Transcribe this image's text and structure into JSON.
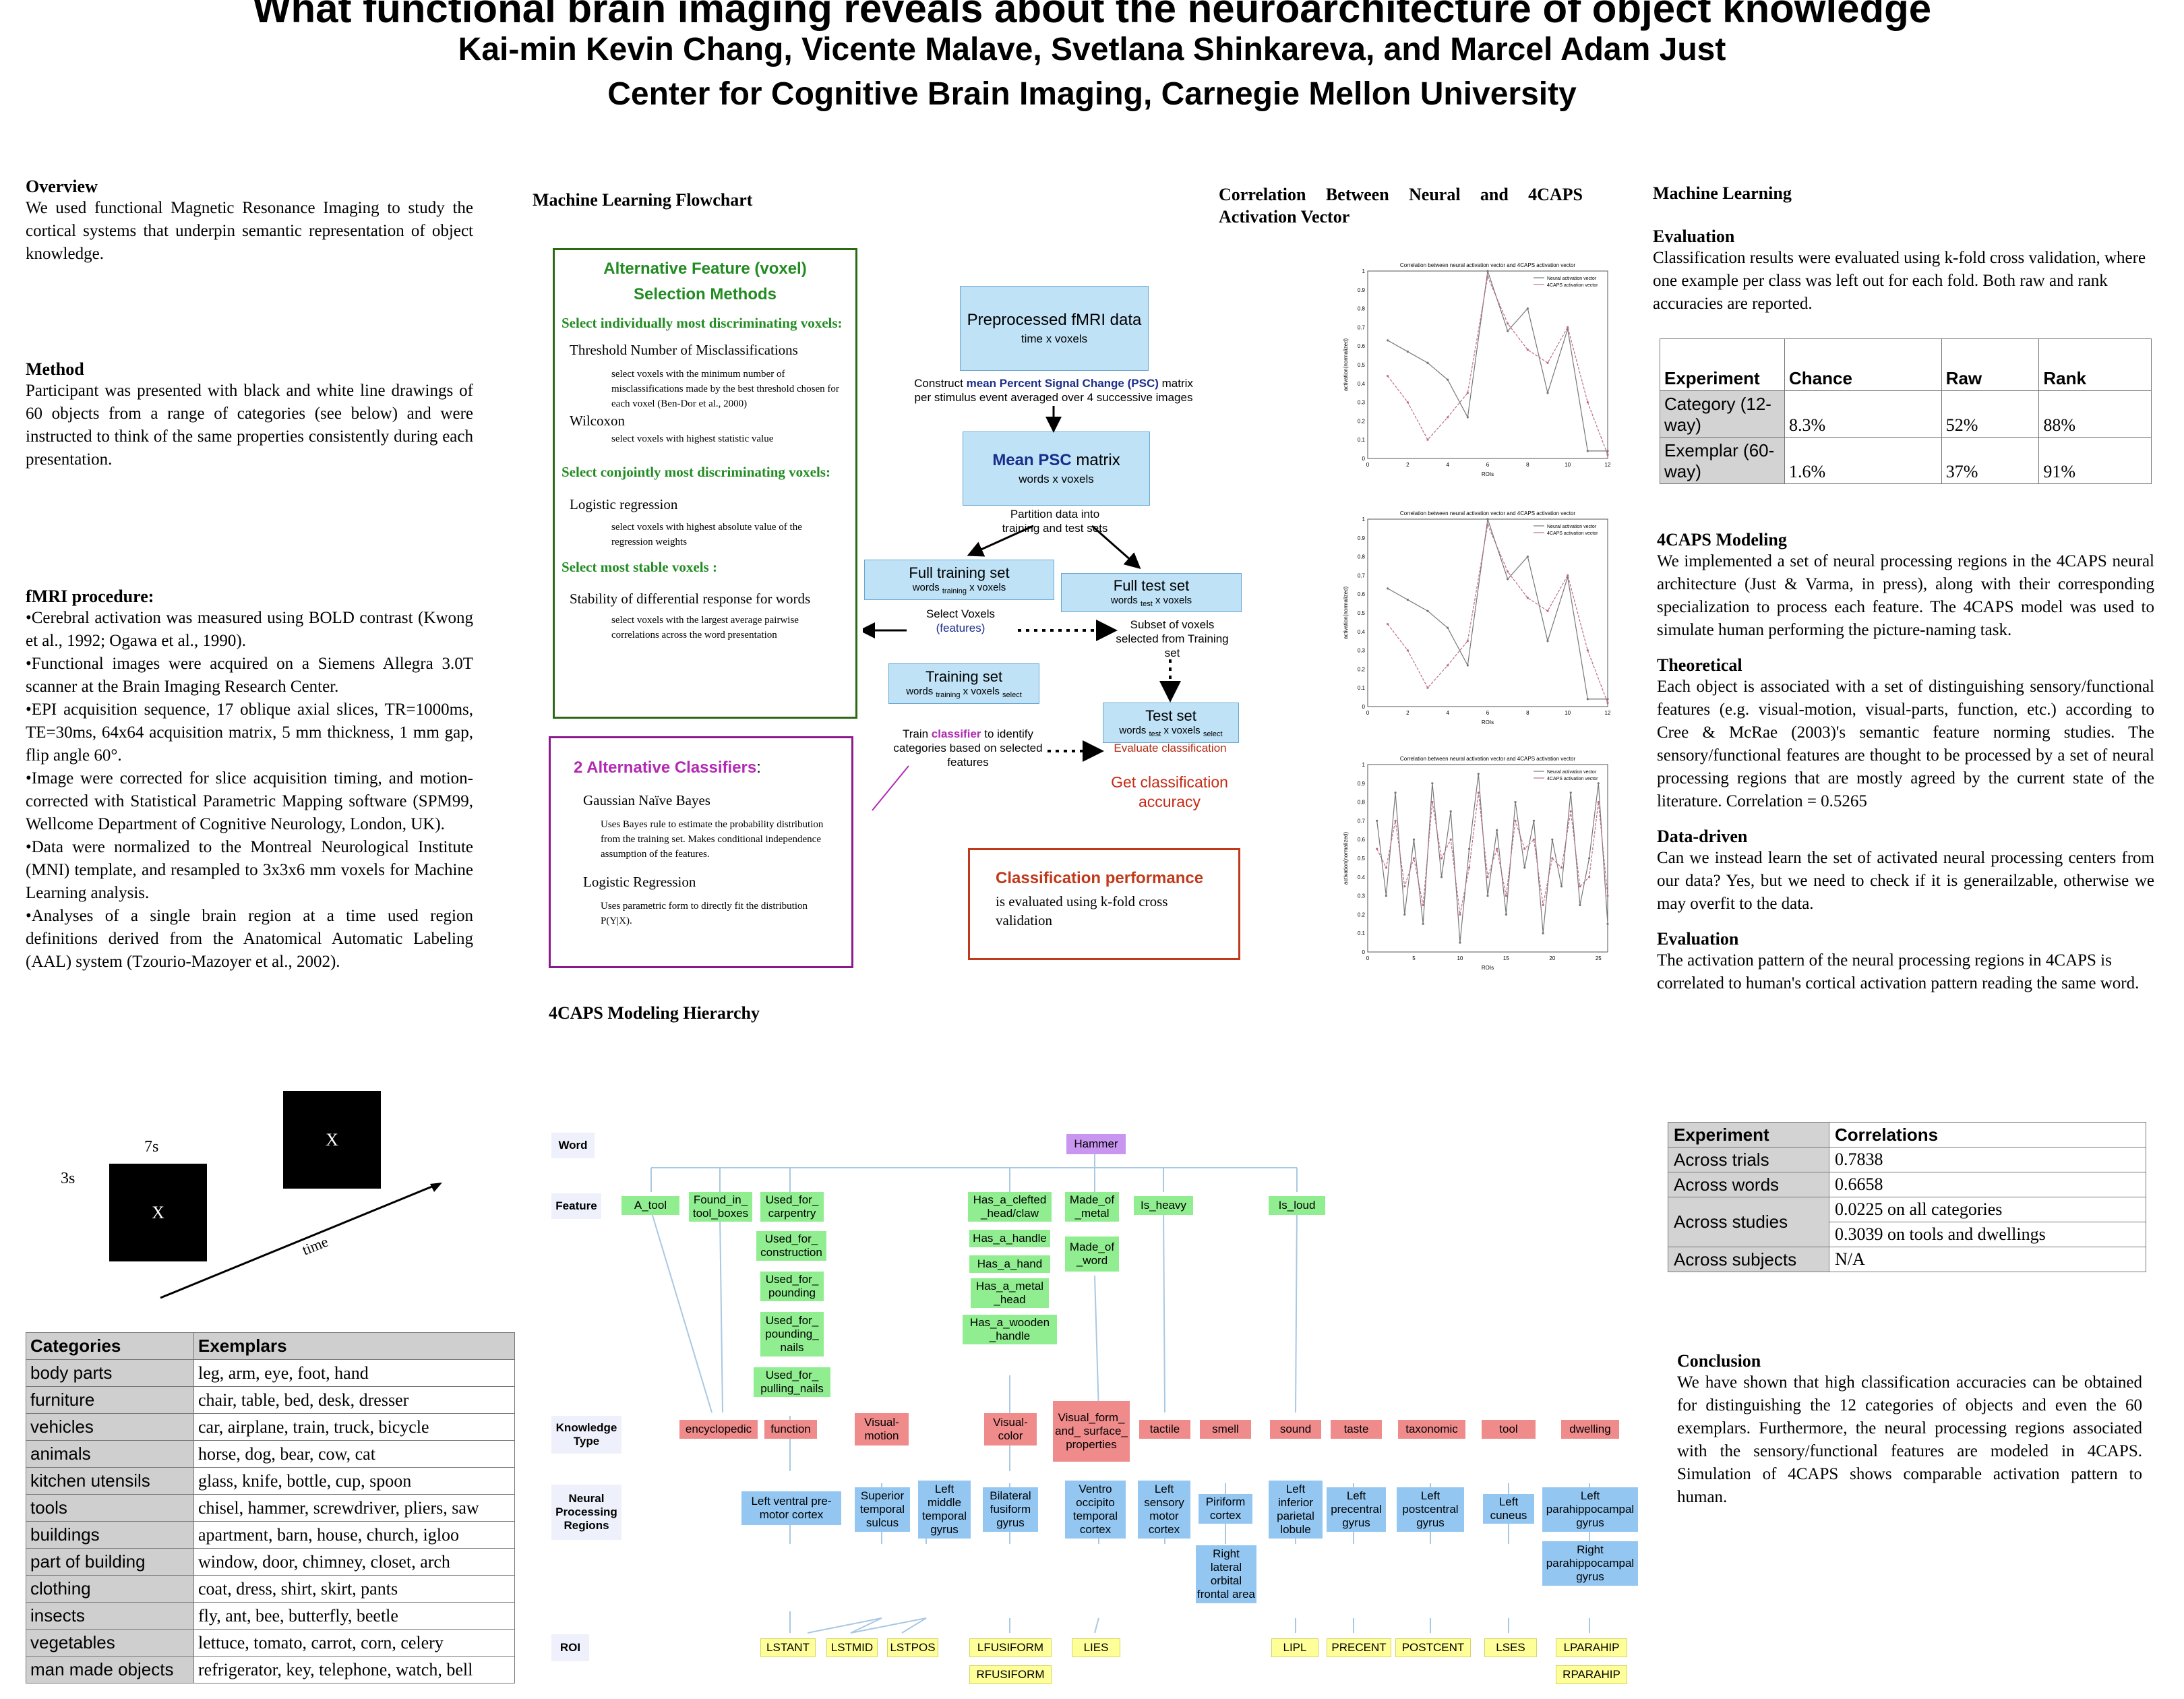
{
  "header": {
    "title": "What functional brain imaging reveals about the neuroarchitecture of object knowledge",
    "authors": "Kai-min Kevin Chang, Vicente Malave, Svetlana Shinkareva, and Marcel Adam Just",
    "affiliation": "Center for Cognitive Brain Imaging, Carnegie Mellon University"
  },
  "overview": {
    "heading": "Overview",
    "text": "We used functional Magnetic Resonance Imaging to study the cortical systems that underpin semantic representation of object knowledge."
  },
  "method": {
    "heading": "Method",
    "text": "Participant was presented with black and white line drawings of 60 objects from a range of categories (see below) and were instructed to think of the same properties consistently during each presentation."
  },
  "fmri": {
    "heading": "fMRI procedure:",
    "bullets": [
      "•Cerebral activation was measured using BOLD contrast (Kwong et al., 1992; Ogawa et al., 1990).",
      "•Functional images were acquired on a Siemens Allegra 3.0T scanner at the Brain Imaging Research Center.",
      "•EPI acquisition sequence, 17 oblique axial slices, TR=1000ms, TE=30ms, 64x64 acquisition matrix, 5 mm thickness, 1 mm gap, flip angle 60°.",
      "•Image were corrected for slice acquisition timing, and motion-corrected with Statistical Parametric Mapping software (SPM99, Wellcome Department of Cognitive Neurology, London, UK).",
      "•Data were normalized to the Montreal Neurological Institute (MNI) template, and resampled to 3x3x6 mm voxels for Machine Learning analysis.",
      "•Analyses of a single brain region at a time used region definitions derived from the Anatomical Automatic Labeling (AAL) system (Tzourio-Mazoyer et al., 2002)."
    ]
  },
  "stimulus": {
    "t1": "3s",
    "t2": "7s",
    "x": "X",
    "time": "time"
  },
  "categories_table": {
    "headers": [
      "Categories",
      "Exemplars"
    ],
    "rows": [
      [
        "body parts",
        "leg, arm, eye, foot, hand"
      ],
      [
        "furniture",
        "chair, table, bed, desk, dresser"
      ],
      [
        "vehicles",
        "car, airplane, train, truck, bicycle"
      ],
      [
        "animals",
        "horse, dog, bear, cow, cat"
      ],
      [
        "kitchen utensils",
        "glass, knife, bottle, cup, spoon"
      ],
      [
        "tools",
        "chisel, hammer, screwdriver, pliers, saw"
      ],
      [
        "buildings",
        "apartment, barn, house, church, igloo"
      ],
      [
        "part of building",
        "window, door, chimney, closet, arch"
      ],
      [
        "clothing",
        "coat, dress, shirt, skirt, pants"
      ],
      [
        "insects",
        "fly, ant, bee, butterfly, beetle"
      ],
      [
        "vegetables",
        "lettuce, tomato, carrot, corn, celery"
      ],
      [
        "man made objects",
        "refrigerator, key, telephone, watch, bell"
      ]
    ]
  },
  "flowchart": {
    "heading": "Machine Learning Flowchart",
    "alt_title1": "Alternative Feature (voxel)",
    "alt_title2": "Selection Methods",
    "sel1": "Select individually most discriminating voxels:",
    "thr": "Threshold Number of Misclassifications",
    "thr_d": "select voxels with the minimum number of misclassifications made by the best threshold chosen for each voxel (Ben-Dor et al., 2000)",
    "wil": "Wilcoxon",
    "wil_d": "select voxels with highest statistic value",
    "sel2": "Select conjointly most discriminating voxels:",
    "log": "Logistic regression",
    "log_d": "select voxels with highest absolute value of the regression weights",
    "sel3": "Select most stable voxels :",
    "stab": "Stability of differential response for words",
    "stab_d": "select voxels with the largest average pairwise correlations across the word presentation",
    "cls_title": "2 Alternative Classifiers",
    "cls_colon": ":",
    "gnb": "Gaussian Naïve Bayes",
    "gnb_d": "Uses Bayes rule to estimate the probability distribution from the training set.  Makes conditional independence assumption of the features.",
    "lr": "Logistic Regression",
    "lr_d": "Uses parametric form to directly fit the distribution P(Y|X).",
    "pre1": "Preprocessed fMRI data",
    "pre2": "time x voxels",
    "construct1": "Construct ",
    "construct_hl": "mean Percent Signal Change (PSC)",
    "construct2": " matrix",
    "construct3": "per stimulus event averaged over 4 successive images",
    "mpsc_hl": "Mean PSC",
    "mpsc": " matrix",
    "mpsc2": "words x voxels",
    "partition": "Partition data into training and test sets",
    "fulltrain": "Full training set",
    "fulltest": "Full test set",
    "words": "words",
    "training": "training",
    "test": "test",
    "xvoxels": "x voxels",
    "select": "select",
    "selvox": "Select Voxels",
    "features": "(features)",
    "subset": "Subset of voxels selected from Training set",
    "trainset": "Training set",
    "testset": "Test set",
    "train1": "Train ",
    "train_hl": "classifier",
    "train2": " to identify categories based on selected features",
    "evalcls": "Evaluate classification",
    "getacc": "Get classification accuracy",
    "perf": "Classification performance",
    "perf_d": "is evaluated using k-fold cross validation"
  },
  "correlation": {
    "heading": "Correlation Between Neural and 4CAPS Activation Vector",
    "plot_title": "Correlation between neural activation vector and 4CAPS activation vector",
    "legend": [
      "Neural activation vector",
      "4CAPS activation vector"
    ],
    "ylabel": "activation(normalized)",
    "xlabel": "ROIs"
  },
  "chart_data": [
    {
      "type": "line",
      "xlim": [
        0,
        12
      ],
      "ylim": [
        0,
        1
      ],
      "x": [
        1,
        2,
        3,
        4,
        5,
        6,
        7,
        8,
        9,
        10,
        11,
        12
      ],
      "xticks": [
        "0",
        "2",
        "4",
        "6",
        "8",
        "10",
        "12"
      ],
      "yticks": [
        "0",
        "0.1",
        "0.2",
        "0.3",
        "0.4",
        "0.5",
        "0.6",
        "0.7",
        "0.8",
        "0.9",
        "1"
      ],
      "series": [
        {
          "name": "Neural activation vector",
          "color": "#777777",
          "values": [
            0.63,
            0.57,
            0.51,
            0.42,
            0.22,
            1.0,
            0.68,
            0.8,
            0.35,
            0.69,
            0.04,
            0.04
          ]
        },
        {
          "name": "4CAPS activation vector",
          "color": "#c06a8a",
          "values": [
            0.44,
            0.3,
            0.1,
            0.22,
            0.35,
            0.97,
            0.72,
            0.58,
            0.51,
            0.7,
            0.3,
            0.02
          ]
        }
      ]
    },
    {
      "type": "line",
      "xlim": [
        0,
        12
      ],
      "ylim": [
        0,
        1
      ],
      "x": [
        1,
        2,
        3,
        4,
        5,
        6,
        7,
        8,
        9,
        10,
        11,
        12
      ],
      "xticks": [
        "0",
        "2",
        "4",
        "6",
        "8",
        "10",
        "12"
      ],
      "yticks": [
        "0",
        "0.1",
        "0.2",
        "0.3",
        "0.4",
        "0.5",
        "0.6",
        "0.7",
        "0.8",
        "0.9",
        "1"
      ],
      "series": [
        {
          "name": "Neural activation vector",
          "color": "#777777",
          "values": [
            0.63,
            0.57,
            0.51,
            0.42,
            0.22,
            1.0,
            0.68,
            0.8,
            0.35,
            0.69,
            0.04,
            0.04
          ]
        },
        {
          "name": "4CAPS activation vector",
          "color": "#c06a8a",
          "values": [
            0.44,
            0.3,
            0.1,
            0.22,
            0.35,
            0.97,
            0.72,
            0.58,
            0.51,
            0.7,
            0.3,
            0.02
          ]
        }
      ]
    },
    {
      "type": "line",
      "xlim": [
        0,
        26
      ],
      "ylim": [
        0,
        1
      ],
      "x": [
        1,
        2,
        3,
        4,
        5,
        6,
        7,
        8,
        9,
        10,
        11,
        12,
        13,
        14,
        15,
        16,
        17,
        18,
        19,
        20,
        21,
        22,
        23,
        24,
        25,
        26
      ],
      "xticks": [
        "0",
        "5",
        "10",
        "15",
        "20",
        "25"
      ],
      "yticks": [
        "0",
        "0.1",
        "0.2",
        "0.3",
        "0.4",
        "0.5",
        "0.6",
        "0.7",
        "0.8",
        "0.9",
        "1"
      ],
      "series": [
        {
          "name": "Neural activation vector",
          "color": "#777777",
          "values": [
            0.7,
            0.3,
            0.85,
            0.2,
            0.6,
            0.15,
            0.9,
            0.4,
            0.75,
            0.05,
            0.55,
            0.95,
            0.3,
            0.65,
            0.2,
            0.8,
            0.45,
            0.7,
            0.1,
            0.6,
            0.35,
            0.85,
            0.25,
            0.5,
            0.9,
            0.15
          ]
        },
        {
          "name": "4CAPS activation vector",
          "color": "#c06a8a",
          "values": [
            0.55,
            0.45,
            0.7,
            0.35,
            0.5,
            0.25,
            0.8,
            0.5,
            0.6,
            0.2,
            0.45,
            0.85,
            0.4,
            0.55,
            0.3,
            0.7,
            0.55,
            0.6,
            0.25,
            0.5,
            0.45,
            0.75,
            0.35,
            0.4,
            0.8,
            0.3
          ]
        }
      ]
    }
  ],
  "ml": {
    "heading": "Machine Learning",
    "eval_heading": "Evaluation",
    "eval_text": "Classification results were evaluated using k-fold cross validation, where one example per class was left out for each fold.  Both raw and rank accuracies are reported.",
    "table": {
      "headers": [
        "Experiment",
        "Chance",
        "Raw",
        "Rank"
      ],
      "rows": [
        [
          "Category (12-way)",
          "8.3%",
          "52%",
          "88%"
        ],
        [
          "Exemplar (60-way)",
          "1.6%",
          "37%",
          "91%"
        ]
      ]
    }
  },
  "caps": {
    "heading": "4CAPS Modeling",
    "text": "We implemented a set of neural processing regions in the 4CAPS neural architecture (Just & Varma, in press), along with their corresponding specialization to process each feature. The 4CAPS model was used to simulate human performing the picture-naming task.",
    "theo_heading": "Theoretical",
    "theo_text": "Each object is associated with a set of distinguishing sensory/functional features (e.g. visual-motion, visual-parts, function, etc.) according to Cree & McRae (2003)'s semantic feature norming studies. The sensory/functional features are thought to be processed by a set of neural processing regions that are mostly agreed by the current state of the literature. Correlation = 0.5265",
    "data_heading": "Data-driven",
    "data_text": "Can we instead learn the set of activated neural processing centers from our data? Yes, but we need to check if it is generailzable, otherwise we may overfit to the data.",
    "eval_heading": "Evaluation",
    "eval_text": "The activation pattern of the neural processing regions in 4CAPS is correlated to human's cortical activation pattern reading the same word.",
    "table": {
      "headers": [
        "Experiment",
        "Correlations"
      ],
      "rows": [
        [
          "Across trials",
          "0.7838"
        ],
        [
          "Across words",
          "0.6658"
        ],
        [
          "Across studies",
          "0.0225 on all categories"
        ],
        [
          "",
          "0.3039 on tools and dwellings"
        ],
        [
          "Across subjects",
          "N/A"
        ]
      ]
    }
  },
  "conclusion": {
    "heading": "Conclusion",
    "text": "We have shown that high classification accuracies can be obtained for distinguishing the 12 categories of objects and even the 60 exemplars. Furthermore, the neural processing regions associated with the sensory/functional features are modeled in 4CAPS.  Simulation of 4CAPS shows comparable activation pattern to human."
  },
  "hierarchy": {
    "heading": "4CAPS Modeling Hierarchy",
    "rows": [
      "Word",
      "Feature",
      "Knowledge Type",
      "Neural Processing Regions",
      "ROI"
    ],
    "word": "Hammer",
    "features": [
      "A_tool",
      "Found_in_ tool_boxes",
      "Used_for_ carpentry",
      "Used_for_ construction",
      "Used_for_ pounding",
      "Used_for_ pounding_ nails",
      "Used_for_ pulling_nails",
      "Has_a_clefted _head/claw",
      "Has_a_handle",
      "Has_a_hand",
      "Has_a_metal _head",
      "Has_a_wooden _handle",
      "Made_of _metal",
      "Made_of _word",
      "Is_heavy",
      "Is_loud"
    ],
    "knowledge": [
      "encyclopedic",
      "function",
      "Visual- motion",
      "Visual- color",
      "Visual_form_ and_ surface_ properties",
      "tactile",
      "smell",
      "sound",
      "taste",
      "taxonomic",
      "tool",
      "dwelling"
    ],
    "regions": [
      "Left ventral pre-motor cortex",
      "Superior temporal sulcus",
      "Left middle temporal gyrus",
      "Bilateral fusiform gyrus",
      "Ventro occipito temporal cortex",
      "Left sensory motor cortex",
      "Piriform cortex",
      "Right lateral orbital frontal area",
      "Left inferior parietal lobule",
      "Left precentral gyrus",
      "Left postcentral gyrus",
      "Left cuneus",
      "Left parahippocampal gyrus",
      "Right parahippocampal gyrus"
    ],
    "rois": [
      "LSTANT",
      "LSTMID",
      "LSTPOS",
      "LFUSIFORM",
      "RFUSIFORM",
      "LIES",
      "LIPL",
      "PRECENT",
      "POSTCENT",
      "LSES",
      "LPARAHIP",
      "RPARAHIP"
    ]
  }
}
